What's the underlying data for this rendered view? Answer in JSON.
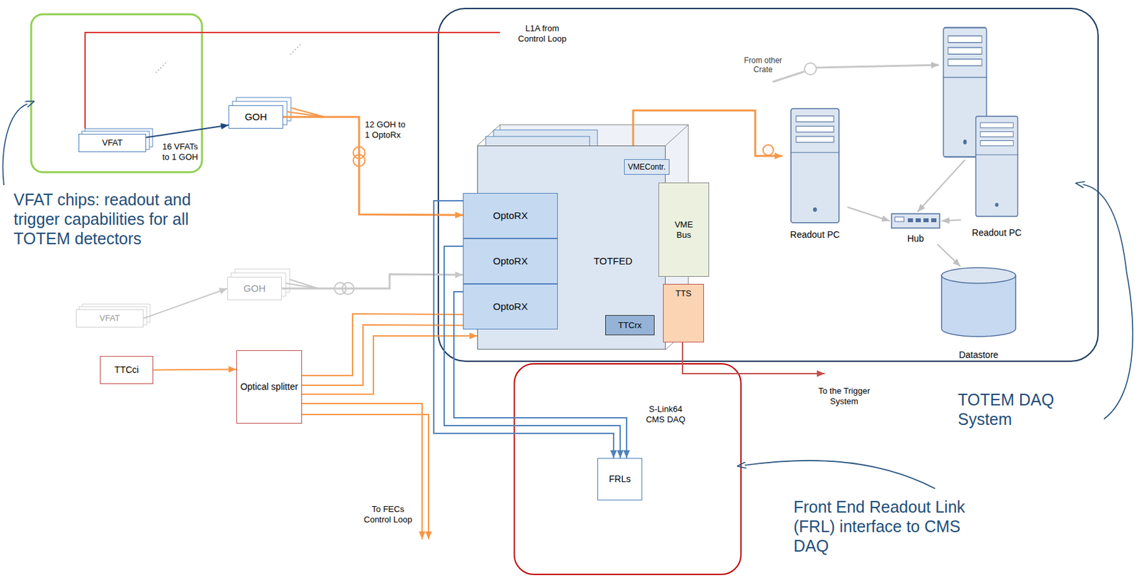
{
  "diagram": {
    "nodes": [
      {
        "text": [
          "VFAT"
        ]
      },
      {
        "text": [
          "GOH"
        ]
      },
      {
        "text": [
          "VFAT"
        ]
      },
      {
        "text": [
          "GOH"
        ]
      },
      {
        "text": [
          "TOTFED"
        ]
      },
      {
        "text": [
          "OptoRX"
        ],
        "in": 4
      },
      {
        "text": [
          "OptoRX"
        ],
        "in": 4
      },
      {
        "text": [
          "OptoRX"
        ],
        "in": 4
      },
      {
        "text": [
          "VMEContr."
        ],
        "in": 4
      },
      {
        "text": [
          "VME Bus"
        ],
        "in": 4
      },
      {
        "text": [
          "TTS"
        ],
        "in": 4
      },
      {
        "text": [
          "TTCrx"
        ],
        "in": 4
      },
      {
        "text": [
          "Readout PC"
        ]
      },
      {
        "text": [
          "Readout PC"
        ]
      },
      {
        "text": [
          "Hub"
        ]
      },
      {
        "text": [
          "Datastore"
        ]
      },
      {
        "text": [
          "TTCci"
        ]
      },
      {
        "text": [
          "Optical splitter"
        ]
      },
      {
        "text": [
          "FRLs"
        ]
      }
    ],
    "edges": [
      {
        "from": 0,
        "to": 1,
        "label": "16 VFATs to 1 GOH",
        "arrow": "to"
      },
      {
        "from": 1,
        "to": 5,
        "label": "12 GOH to 1 OptoRx",
        "arrow": "to"
      },
      {
        "from": 2,
        "to": 3,
        "arrow": "to"
      },
      {
        "from": 3,
        "to": 6,
        "arrow": "to"
      },
      {
        "from": 8,
        "to": 12,
        "arrow": "to"
      },
      {
        "from": 12,
        "to": 14,
        "arrow": "to"
      },
      {
        "from": 13,
        "to": 14,
        "arrow": "to"
      },
      {
        "from": 14,
        "to": 15,
        "arrow": "to"
      },
      {
        "from": 16,
        "to": 17,
        "arrow": "to"
      },
      {
        "from": 17,
        "to": 7,
        "arrow": "none"
      },
      {
        "from": 17,
        "to": 7,
        "arrow": "none"
      },
      {
        "from": 17,
        "to": 4,
        "arrow": "to"
      },
      {
        "from": 5,
        "to": 18,
        "arrow": "to"
      },
      {
        "from": 6,
        "to": 18,
        "arrow": "to"
      },
      {
        "from": 7,
        "to": 18,
        "arrow": "to"
      }
    ],
    "labels": [
      "L1A from Control Loop",
      "From other Crate",
      "To FECs Control Loop",
      "S-Link64 CMS DAQ",
      "To the Trigger System",
      "VFAT chips: readout and trigger capabilities for all TOTEM detectors",
      "TOTEM DAQ System",
      "Front End Readout Link (FRL) interface to CMS DAQ"
    ]
  }
}
